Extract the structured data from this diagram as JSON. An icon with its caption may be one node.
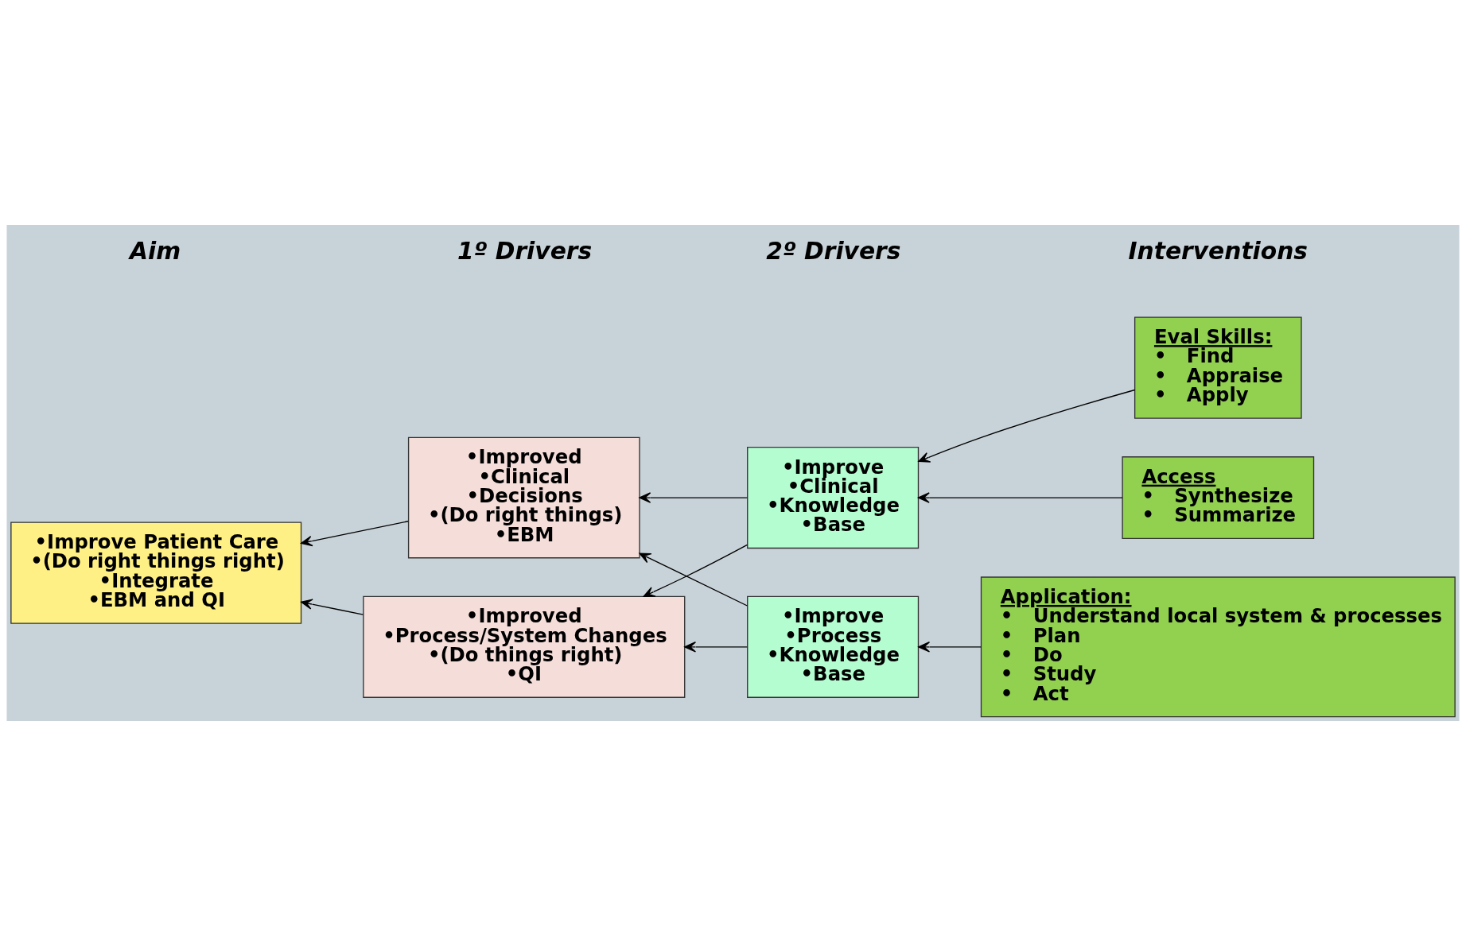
{
  "diagram": {
    "nodes": [
      {
        "text": [
          "•Improve Patient Care",
          "•(Do right things right)",
          "•Integrate",
          "•EBM and QI"
        ]
      },
      {
        "text": [
          "•Improved",
          "•Clinical",
          "•Decisions",
          "•(Do right things)",
          "•EBM"
        ]
      },
      {
        "text": [
          "•Improved",
          "•Process/System Changes",
          "•(Do things right)",
          "•QI"
        ]
      },
      {
        "text": [
          "•Improve",
          "•Clinical",
          "•Knowledge",
          "•Base"
        ]
      },
      {
        "text": [
          "•Improve",
          "•Process",
          "•Knowledge",
          "•Base"
        ]
      },
      {
        "text": [
          "Access",
          "•   Synthesize",
          "•   Summarize"
        ]
      },
      {
        "text": [
          "Eval Skills:",
          "•   Find",
          "•   Appraise",
          "•   Apply"
        ]
      },
      {
        "text": [
          "Application:",
          "•   Understand local system & processes",
          "•   Plan",
          "•   Do",
          "•   Study",
          "•   Act"
        ]
      }
    ],
    "edges": [
      {
        "from": 1,
        "to": 0,
        "arrow": "to"
      },
      {
        "from": 2,
        "to": 0,
        "arrow": "to"
      },
      {
        "from": 3,
        "to": 1,
        "arrow": "to"
      },
      {
        "from": 3,
        "to": 2,
        "arrow": "to"
      },
      {
        "from": 4,
        "to": 1,
        "arrow": "to"
      },
      {
        "from": 4,
        "to": 2,
        "arrow": "to"
      },
      {
        "from": 5,
        "to": 3,
        "arrow": "to"
      },
      {
        "from": 6,
        "to": 3,
        "arrow": "to"
      },
      {
        "from": 7,
        "to": 4,
        "arrow": "to"
      }
    ],
    "labels": [
      "Interventions",
      "1º Drivers",
      "2º Drivers",
      "Aim"
    ]
  }
}
